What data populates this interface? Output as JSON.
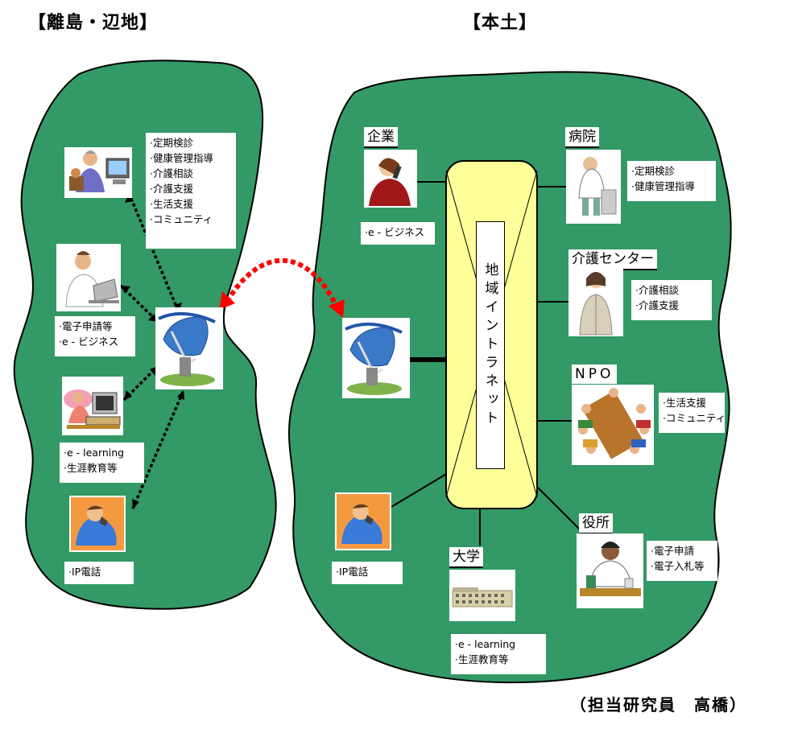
{
  "headings": {
    "island": "【離島・辺地】",
    "mainland": "【本土】",
    "credit": "（担当研究員　高橋）"
  },
  "island": {
    "doctor_services": [
      "·定期検診",
      "·健康管理指導",
      "·介護相談",
      "·介護支援",
      "·生活支援",
      "·コミュニティ"
    ],
    "pc_services": [
      "·電子申請等",
      "·e - ビジネス"
    ],
    "elearning_services": [
      "·e - learning",
      "·生涯教育等"
    ],
    "phone_services": [
      "·IP電話"
    ]
  },
  "mainland": {
    "intranet_label": "地域イントラネット",
    "company": {
      "title": "企業",
      "services": [
        "·e - ビジネス"
      ]
    },
    "hospital": {
      "title": "病院",
      "services": [
        "·定期検診",
        "·健康管理指導"
      ]
    },
    "care_center": {
      "title": "介護センター",
      "services": [
        "·介護相談",
        "·介護支援"
      ]
    },
    "npo": {
      "title": "NPO",
      "services": [
        "·生活支援",
        "·コミュニティ"
      ]
    },
    "city_office": {
      "title": "役所",
      "services": [
        "·電子申請",
        "·電子入札等"
      ]
    },
    "university": {
      "title": "大学",
      "services": [
        "·e - learning",
        "·生涯教育等"
      ]
    },
    "phone": {
      "services": [
        "·IP電話"
      ]
    }
  },
  "colors": {
    "land": "#339966",
    "intranet": "#ffff99",
    "satellite_link": "#ff0000",
    "local_link": "#000000"
  },
  "icons": [
    "doctor-computer-icon",
    "person-laptop-icon",
    "elearning-computer-icon",
    "phone-person-icon",
    "satellite-dish-icon",
    "businesswoman-phone-icon",
    "doctor-icon",
    "nurse-icon",
    "meeting-table-icon",
    "clerk-desk-icon",
    "building-icon"
  ]
}
